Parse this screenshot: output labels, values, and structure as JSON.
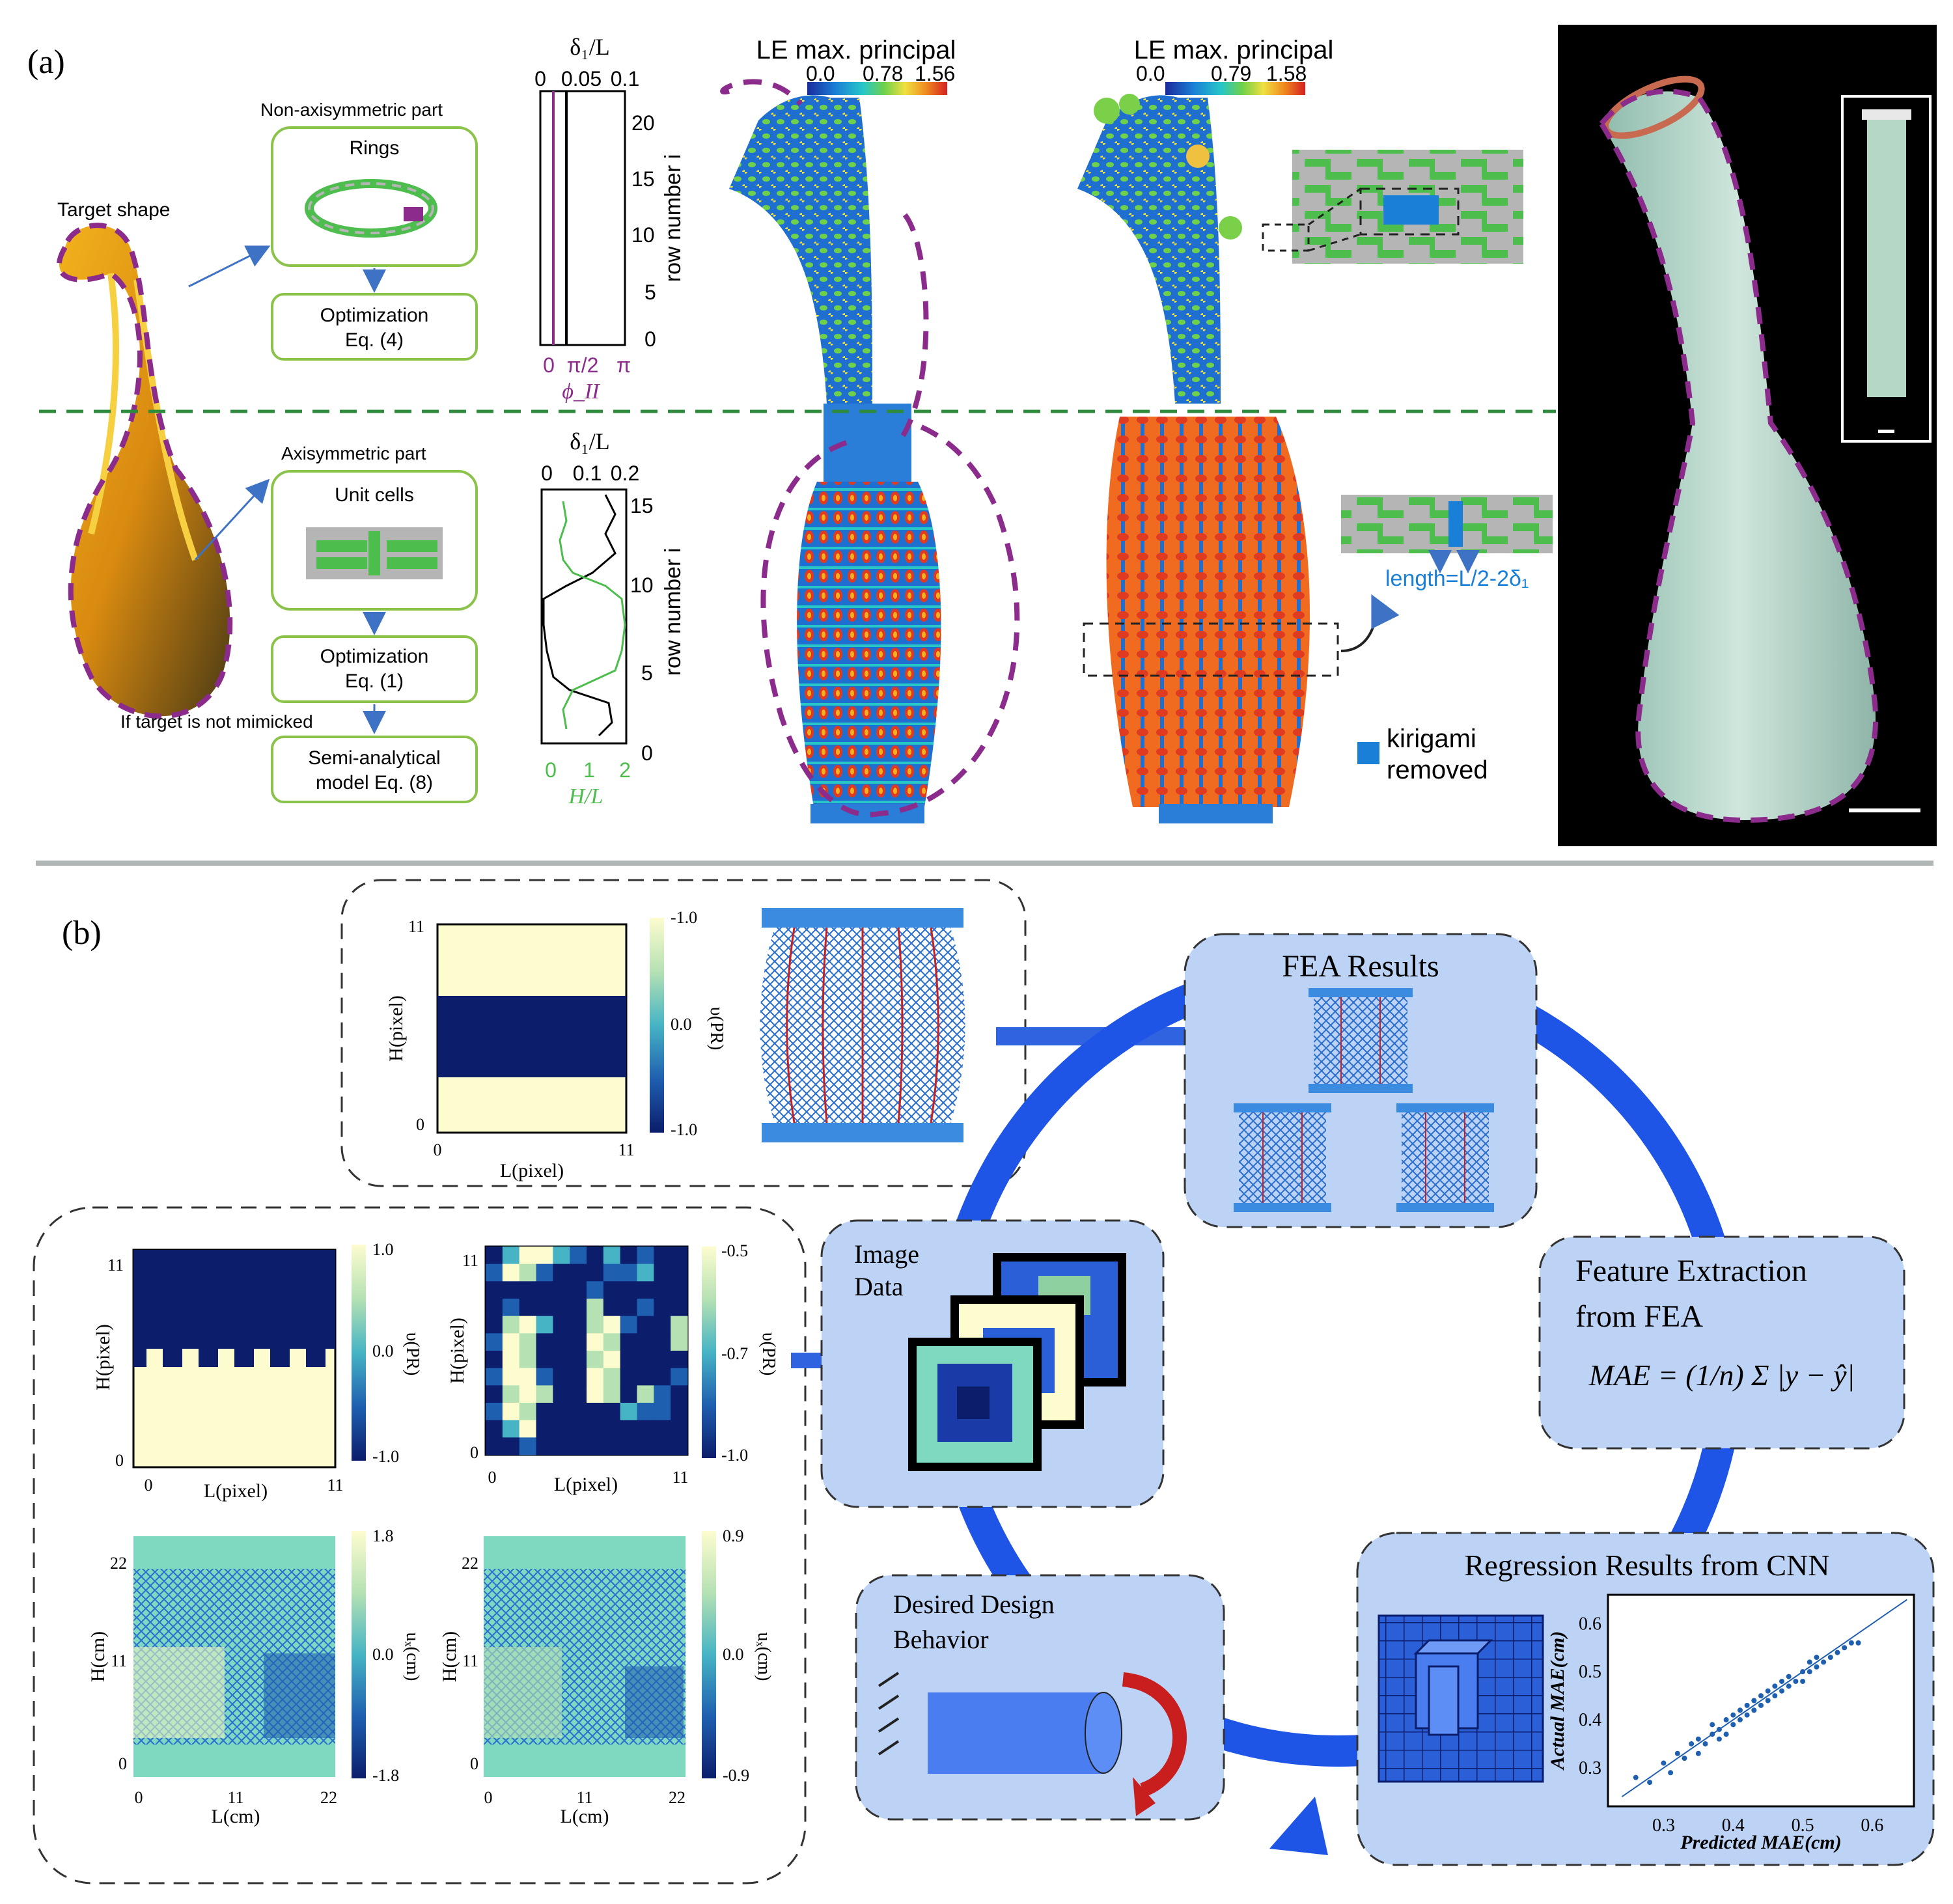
{
  "panel_a": {
    "label": "(a)",
    "target_shape": "Target shape",
    "non_axisymmetric_part": "Non-axisymmetric part",
    "rings": "Rings",
    "optimization_top": [
      "Optimization",
      "Eq. (4)"
    ],
    "axisymmetric_part": "Axisymmetric part",
    "unit_cells": "Unit cells",
    "optimization_bottom": [
      "Optimization",
      "Eq. (1)"
    ],
    "if_not_mimicked": "If target is not mimicked",
    "semi_analytical": [
      "Semi-analytical",
      "model Eq. (8)"
    ],
    "plot_top": {
      "title": "δ₁/L",
      "top_ticks": [
        "0",
        "0.05",
        "0.1"
      ],
      "bottom_ticks": [
        "0",
        "π/2",
        "π"
      ],
      "xlabel": "ϕ_II",
      "ylabel": "row number i",
      "y_ticks": [
        "0",
        "5",
        "10",
        "15",
        "20"
      ]
    },
    "plot_bottom": {
      "title": "δ₁/L",
      "top_ticks": [
        "0",
        "0.1",
        "0.2"
      ],
      "bottom_ticks": [
        "0",
        "1",
        "2"
      ],
      "xlabel": "H/L",
      "ylabel": "row number i",
      "y_ticks": [
        "0",
        "5",
        "10",
        "15"
      ]
    },
    "colorbar_1": {
      "title": "LE max. principal",
      "ticks": [
        "0.0",
        "0.78",
        "1.56"
      ]
    },
    "colorbar_2": {
      "title": "LE max. principal",
      "ticks": [
        "0.0",
        "0.79",
        "1.58"
      ]
    },
    "length_label": "length=L/2-2δ₁",
    "kirigami_removed": [
      "kirigami",
      "removed"
    ]
  },
  "panel_b": {
    "label": "(b)",
    "top_map": {
      "ylabel": "H(pixel)",
      "xlabel": "L(pixel)",
      "ticks_y": [
        "11",
        "0"
      ],
      "ticks_x": [
        "0",
        "11"
      ],
      "cbar_ticks": [
        "-1.0",
        "0.0",
        "-1.0"
      ],
      "cbar_label": "υ(PR)"
    },
    "fea_results": "FEA Results",
    "image_data": [
      "Image",
      "Data"
    ],
    "feature_extraction": [
      "Feature Extraction",
      "from FEA"
    ],
    "mae_formula": "MAE = (1/n) Σ |y − ŷ|",
    "regression_title": "Regression Results from CNN",
    "desired_design": [
      "Desired Design",
      "Behavior"
    ],
    "map_pr_step": {
      "ylabel": "H(pixel)",
      "xlabel": "L(pixel)",
      "ticks_y": [
        "11",
        "0"
      ],
      "ticks_x": [
        "0",
        "11"
      ],
      "cbar_ticks": [
        "1.0",
        "0.0",
        "-1.0"
      ],
      "cbar_label": "υ(PR)"
    },
    "map_pr_random": {
      "ylabel": "H(pixel)",
      "xlabel": "L(pixel)",
      "ticks_y": [
        "11",
        "0"
      ],
      "ticks_x": [
        "0",
        "11"
      ],
      "cbar_ticks": [
        "-0.5",
        "-0.7",
        "-1.0"
      ],
      "cbar_label": "υ(PR)"
    },
    "map_ux_1": {
      "ylabel": "H(cm)",
      "xlabel": "L(cm)",
      "ticks_y": [
        "22",
        "11",
        "0"
      ],
      "ticks_x": [
        "0",
        "11",
        "22"
      ],
      "cbar_ticks": [
        "1.8",
        "0.0",
        "-1.8"
      ],
      "cbar_label": "uₓ(cm)"
    },
    "map_ux_2": {
      "ylabel": "H(cm)",
      "xlabel": "L(cm)",
      "ticks_y": [
        "22",
        "11",
        "0"
      ],
      "ticks_x": [
        "0",
        "11",
        "22"
      ],
      "cbar_ticks": [
        "0.9",
        "0.0",
        "-0.9"
      ],
      "cbar_label": "uₓ(cm)"
    }
  },
  "chart_data": {
    "type": "scatter",
    "xlabel": "Predicted MAE(cm)",
    "ylabel": "Actual MAE(cm)",
    "x_ticks": [
      "0.3",
      "0.4",
      "0.5",
      "0.6"
    ],
    "y_ticks": [
      "0.3",
      "0.4",
      "0.5",
      "0.6"
    ],
    "xlim": [
      0.22,
      0.66
    ],
    "ylim": [
      0.22,
      0.66
    ],
    "series": [
      {
        "values": [
          [
            0.26,
            0.28
          ],
          [
            0.28,
            0.27
          ],
          [
            0.3,
            0.31
          ],
          [
            0.31,
            0.29
          ],
          [
            0.32,
            0.33
          ],
          [
            0.33,
            0.32
          ],
          [
            0.34,
            0.35
          ],
          [
            0.35,
            0.33
          ],
          [
            0.35,
            0.36
          ],
          [
            0.36,
            0.35
          ],
          [
            0.37,
            0.37
          ],
          [
            0.37,
            0.39
          ],
          [
            0.38,
            0.36
          ],
          [
            0.38,
            0.38
          ],
          [
            0.39,
            0.4
          ],
          [
            0.39,
            0.37
          ],
          [
            0.4,
            0.39
          ],
          [
            0.4,
            0.41
          ],
          [
            0.41,
            0.4
          ],
          [
            0.41,
            0.42
          ],
          [
            0.42,
            0.41
          ],
          [
            0.42,
            0.43
          ],
          [
            0.43,
            0.42
          ],
          [
            0.43,
            0.44
          ],
          [
            0.44,
            0.43
          ],
          [
            0.44,
            0.45
          ],
          [
            0.45,
            0.44
          ],
          [
            0.45,
            0.46
          ],
          [
            0.46,
            0.45
          ],
          [
            0.46,
            0.47
          ],
          [
            0.47,
            0.46
          ],
          [
            0.47,
            0.48
          ],
          [
            0.48,
            0.47
          ],
          [
            0.48,
            0.49
          ],
          [
            0.49,
            0.48
          ],
          [
            0.5,
            0.5
          ],
          [
            0.5,
            0.48
          ],
          [
            0.51,
            0.5
          ],
          [
            0.51,
            0.52
          ],
          [
            0.52,
            0.51
          ],
          [
            0.52,
            0.53
          ],
          [
            0.53,
            0.52
          ],
          [
            0.54,
            0.53
          ],
          [
            0.55,
            0.54
          ],
          [
            0.56,
            0.55
          ],
          [
            0.57,
            0.56
          ],
          [
            0.58,
            0.56
          ]
        ]
      }
    ]
  }
}
